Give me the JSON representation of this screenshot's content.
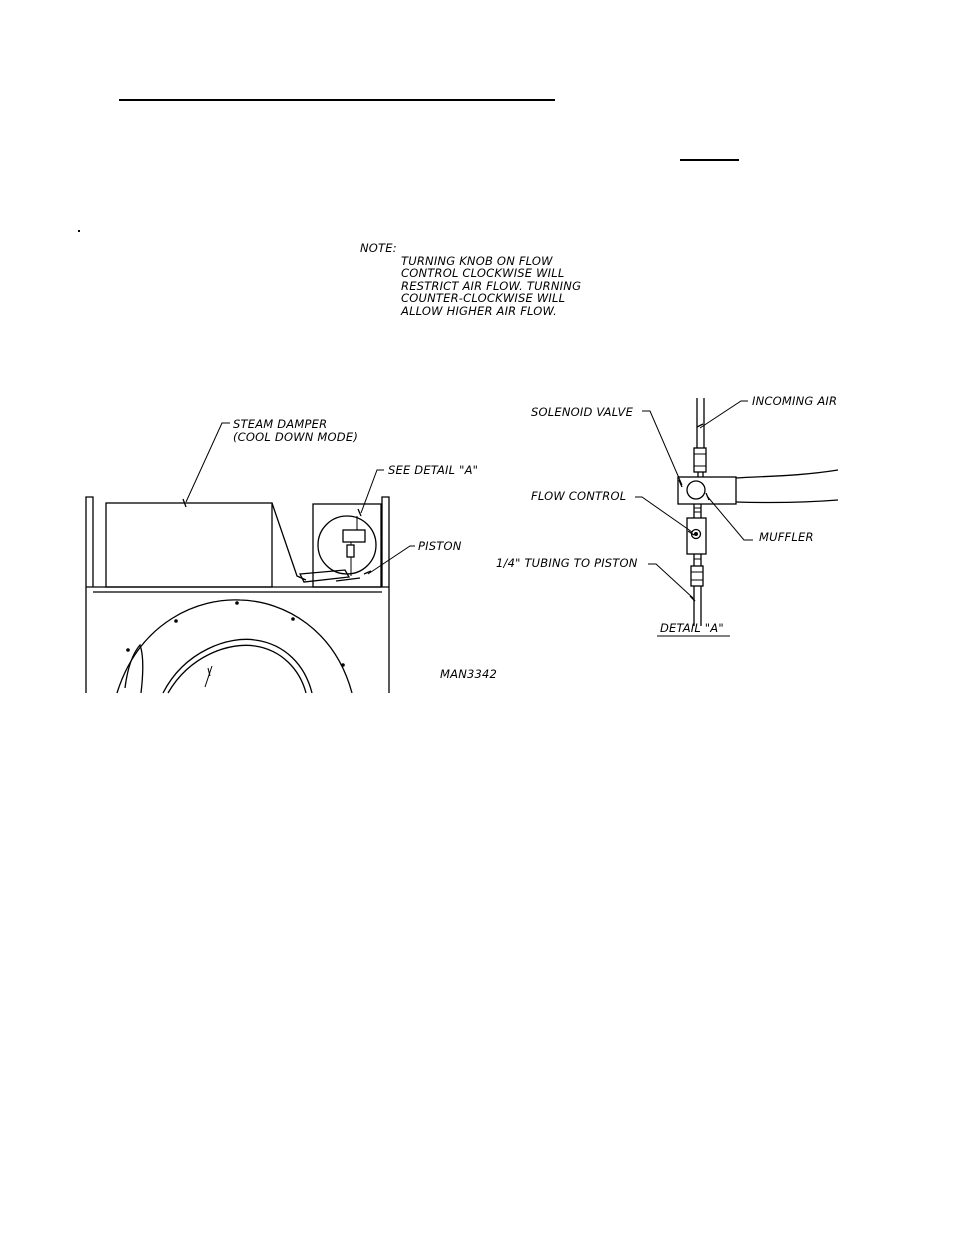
{
  "note": {
    "heading": "NOTE:",
    "lines": [
      "TURNING KNOB ON FLOW",
      "CONTROL CLOCKWISE WILL",
      "RESTRICT AIR FLOW. TURNING",
      "COUNTER-CLOCKWISE WILL",
      "ALLOW HIGHER AIR FLOW."
    ]
  },
  "labels": {
    "steam_damper_1": "STEAM DAMPER",
    "steam_damper_2": "(COOL DOWN MODE)",
    "see_detail": "SEE DETAIL \"A\"",
    "piston": "PISTON",
    "drawing_number": "MAN3342",
    "solenoid_valve": "SOLENOID VALVE",
    "incoming_air": "INCOMING AIR",
    "flow_control": "FLOW CONTROL",
    "muffler": "MUFFLER",
    "tubing": "1/4\" TUBING TO PISTON",
    "detail_title": "DETAIL \"A\""
  }
}
